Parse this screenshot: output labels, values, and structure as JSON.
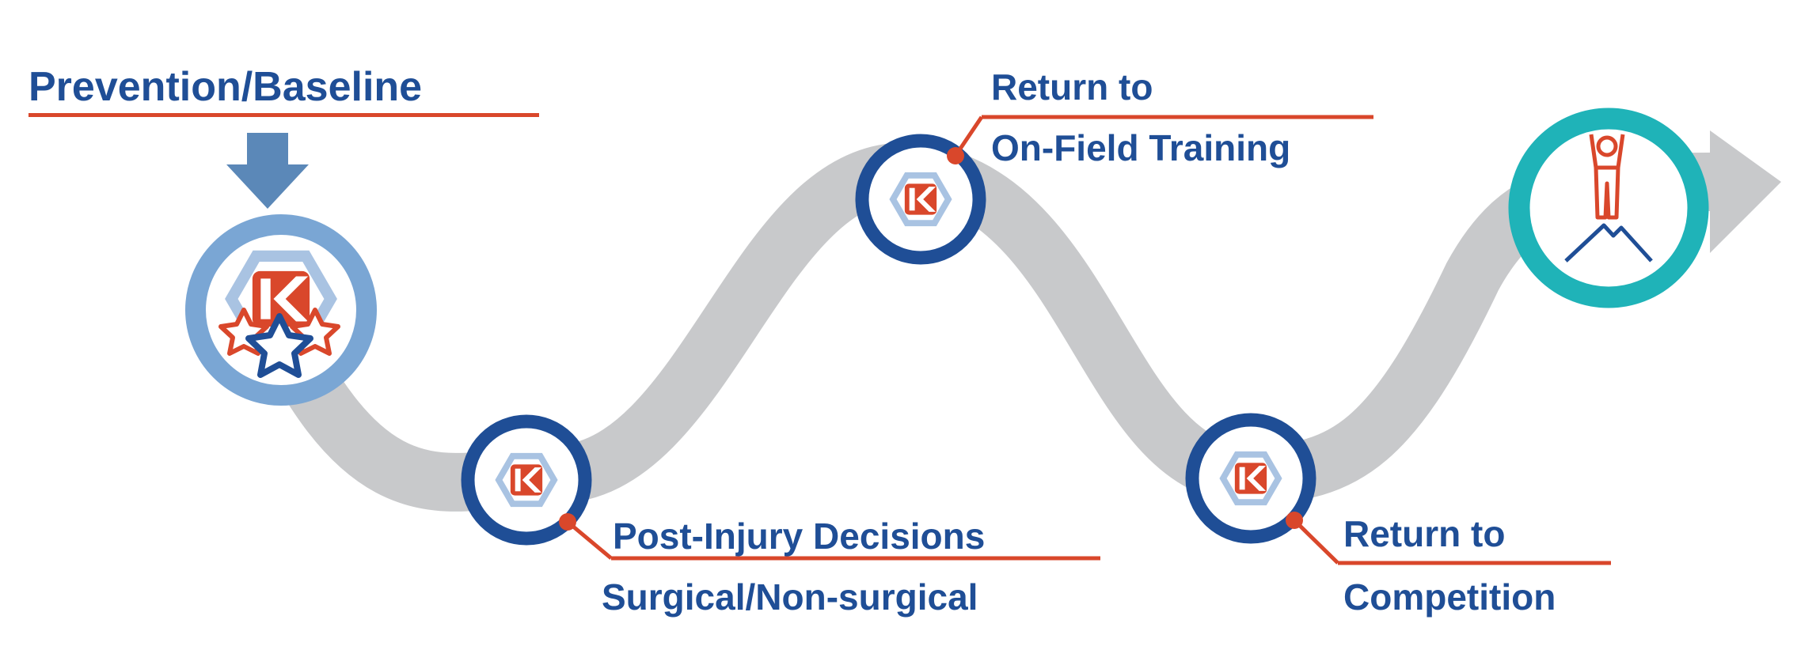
{
  "stages": [
    {
      "lines": [
        "Prevention/Baseline"
      ]
    },
    {
      "lines": [
        "Post-Injury Decisions",
        "Surgical/Non-surgical"
      ]
    },
    {
      "lines": [
        "Return to",
        "On-Field Training"
      ]
    },
    {
      "lines": [
        "Return to",
        "Competition"
      ]
    }
  ],
  "colors": {
    "path": "#c8c9cb",
    "navy": "#1f4e96",
    "orange": "#d9472b",
    "light_blue": "#7aa6d4",
    "teal": "#1fb3b8",
    "arrow_down": "#5b88b8"
  },
  "icons": [
    "k-logo-icon",
    "stars-icon",
    "mountain-summit-icon",
    "down-arrow-icon"
  ]
}
